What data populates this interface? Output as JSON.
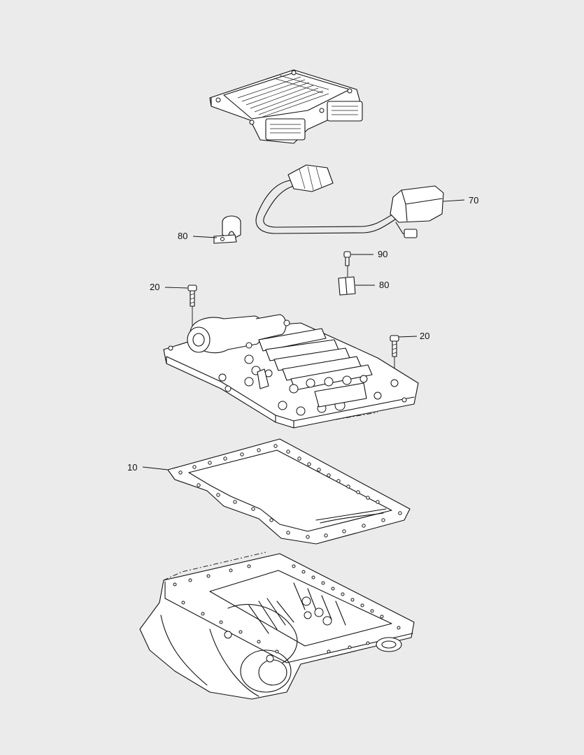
{
  "callouts": {
    "c70": "70",
    "c80a": "80",
    "c90": "90",
    "c80b": "80",
    "c20a": "20",
    "c20b": "20",
    "c10": "10"
  },
  "icons": {
    "control_unit": "electronic-control-unit-icon",
    "harness": "wiring-harness-icon",
    "clamp": "clamp-icon",
    "screw": "screw-icon",
    "bushing": "bushing-icon",
    "valve_block": "valve-block-icon",
    "gasket": "gasket-icon",
    "housing": "transmission-housing-icon"
  },
  "colors": {
    "background": "#ebebeb",
    "line": "#111111",
    "part_fill": "#ffffff"
  }
}
